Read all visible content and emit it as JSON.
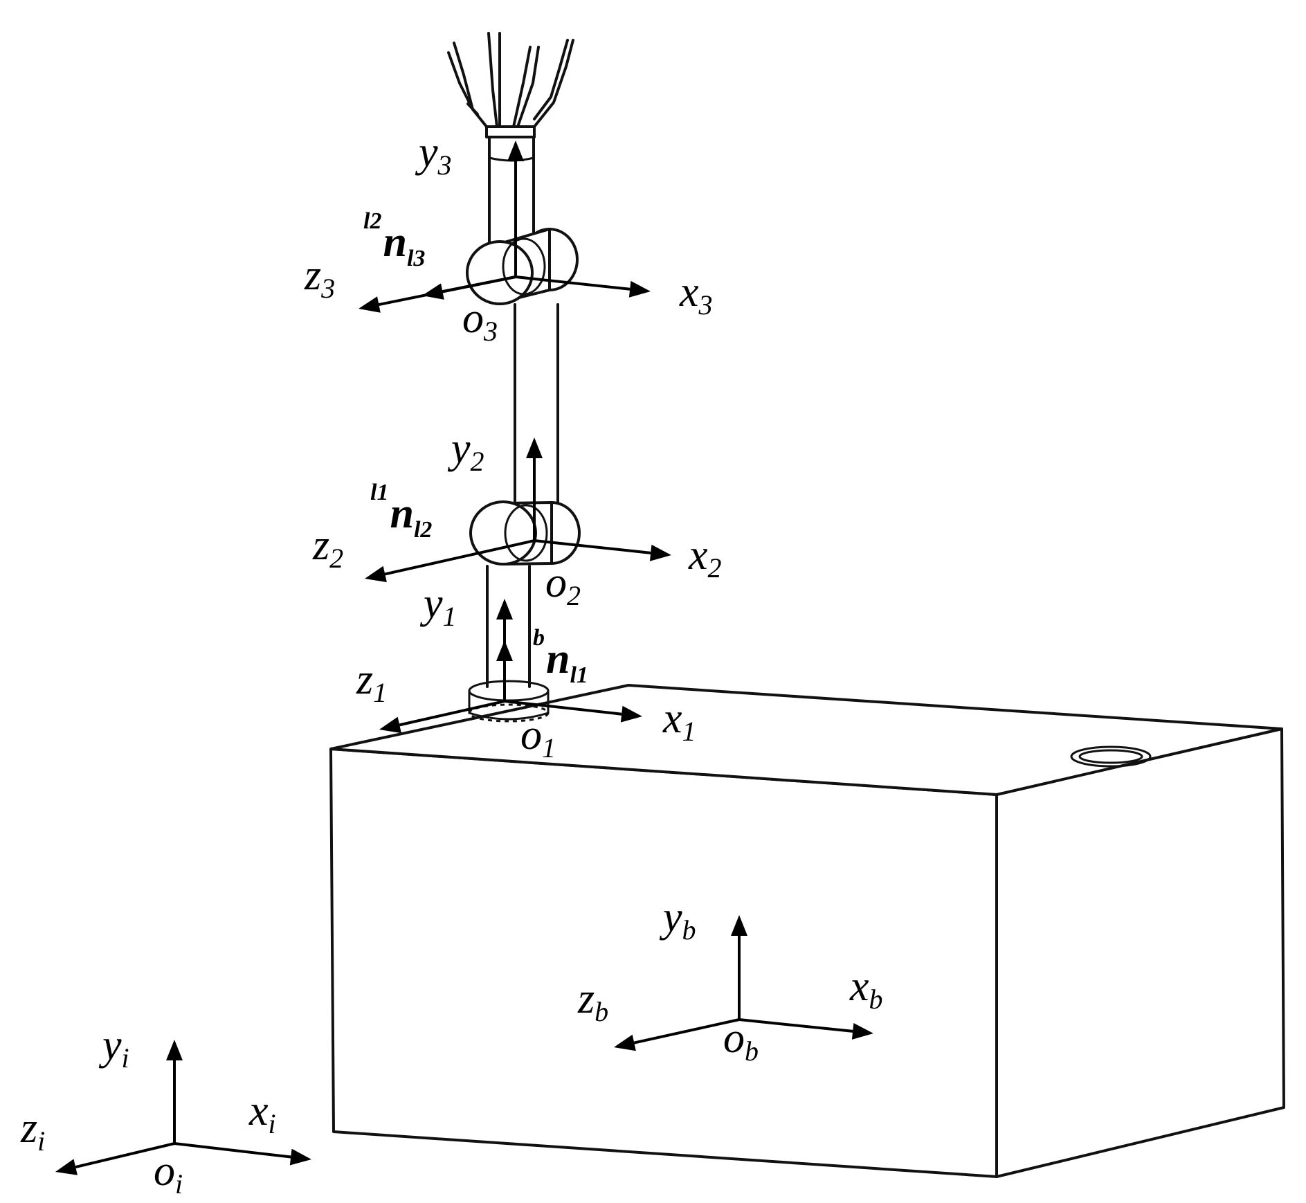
{
  "frames": [
    {
      "id": "i",
      "x_label": "x",
      "y_label": "y",
      "z_label": "z",
      "o_label": "o",
      "sub": "i"
    },
    {
      "id": "b",
      "x_label": "x",
      "y_label": "y",
      "z_label": "z",
      "o_label": "o",
      "sub": "b"
    },
    {
      "id": "1",
      "x_label": "x",
      "y_label": "y",
      "z_label": "z",
      "o_label": "o",
      "sub": "1"
    },
    {
      "id": "2",
      "x_label": "x",
      "y_label": "y",
      "z_label": "z",
      "o_label": "o",
      "sub": "2"
    },
    {
      "id": "3",
      "x_label": "x",
      "y_label": "y",
      "z_label": "z",
      "o_label": "o",
      "sub": "3"
    }
  ],
  "normals": [
    {
      "id": "b-l1",
      "sup": "b",
      "base": "n",
      "sub": "l1"
    },
    {
      "id": "l1-l2",
      "sup": "l1",
      "base": "n",
      "sub": "l2"
    },
    {
      "id": "l2-l3",
      "sup": "l2",
      "base": "n",
      "sub": "l3"
    }
  ]
}
